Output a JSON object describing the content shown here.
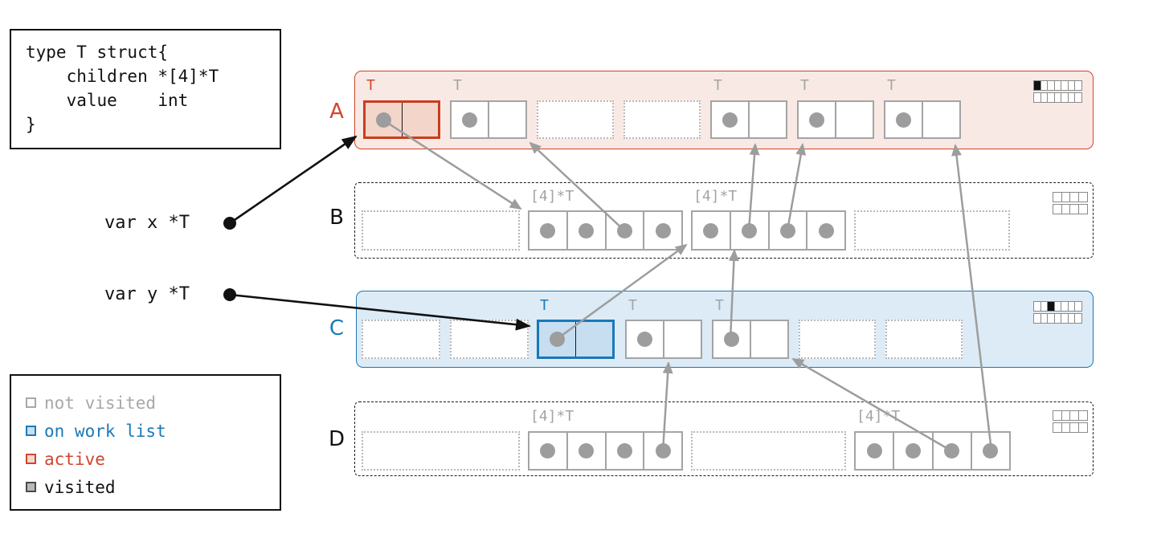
{
  "code_box": {
    "text": "type T struct{\n    children *[4]*T\n    value    int\n}"
  },
  "variables": [
    {
      "name": "var-x",
      "label": "var x *T"
    },
    {
      "name": "var-y",
      "label": "var y *T"
    }
  ],
  "legend": {
    "items": [
      {
        "label": "not visited",
        "color": "#a8a8a8",
        "swatch_border": "#a8a8a8",
        "swatch_fill": "#ffffff"
      },
      {
        "label": "on work list",
        "color": "#1b7ab8",
        "swatch_border": "#1b7ab8",
        "swatch_fill": "#c9dff0"
      },
      {
        "label": "active",
        "color": "#d2452a",
        "swatch_border": "#d2452a",
        "swatch_fill": "#f5d8ce"
      },
      {
        "label": "visited",
        "color": "#111111",
        "swatch_border": "#4a4a4a",
        "swatch_fill": "#b9b9b9"
      }
    ]
  },
  "spans": {
    "a": {
      "label": "A",
      "accent": "#d2452a",
      "fill": "#f9e9e4",
      "objects": [
        {
          "type_label": "T",
          "state": "active"
        },
        {
          "type_label": "T",
          "state": "not visited"
        },
        {
          "state": "free"
        },
        {
          "state": "free"
        },
        {
          "type_label": "T",
          "state": "not visited"
        },
        {
          "type_label": "T",
          "state": "not visited"
        },
        {
          "type_label": "T",
          "state": "not visited"
        }
      ],
      "bitmap": {
        "rows": 2,
        "cols": 7,
        "filled_cells": [
          {
            "row": 0,
            "col": 0
          }
        ]
      }
    },
    "b": {
      "label": "B",
      "objects": [
        {
          "state": "free"
        },
        {
          "type_label": "[4]*T",
          "state": "not visited",
          "cells": 4
        },
        {
          "type_label": "[4]*T",
          "state": "not visited",
          "cells": 4
        },
        {
          "state": "free"
        }
      ],
      "bitmap": {
        "rows": 2,
        "cols": 4,
        "filled_cells": []
      }
    },
    "c": {
      "label": "C",
      "accent": "#1b7ab8",
      "fill": "#dcebf6",
      "objects": [
        {
          "state": "free"
        },
        {
          "state": "free"
        },
        {
          "type_label": "T",
          "state": "on work list"
        },
        {
          "type_label": "T",
          "state": "not visited"
        },
        {
          "type_label": "T",
          "state": "not visited"
        },
        {
          "state": "free"
        },
        {
          "state": "free"
        }
      ],
      "bitmap": {
        "rows": 2,
        "cols": 7,
        "filled_cells": [
          {
            "row": 0,
            "col": 2
          }
        ]
      }
    },
    "d": {
      "label": "D",
      "objects": [
        {
          "state": "free"
        },
        {
          "type_label": "[4]*T",
          "state": "not visited",
          "cells": 4
        },
        {
          "state": "free"
        },
        {
          "type_label": "[4]*T",
          "state": "not visited",
          "cells": 4
        }
      ],
      "bitmap": {
        "rows": 2,
        "cols": 4,
        "filled_cells": []
      }
    }
  },
  "pointers": [
    {
      "from": "var x",
      "to": "A.object1",
      "color": "black"
    },
    {
      "from": "var y",
      "to": "C.object3",
      "color": "black"
    },
    {
      "from": "A.object1.children",
      "to": "B.array1",
      "color": "gray"
    },
    {
      "from": "B.array1.cell3",
      "to": "A.object2",
      "color": "gray"
    },
    {
      "from": "B.array2.cell2",
      "to": "A.object5",
      "color": "gray"
    },
    {
      "from": "B.array2.cell3",
      "to": "A.object6",
      "color": "gray"
    },
    {
      "from": "C.object3.children",
      "to": "B.array2",
      "color": "gray"
    },
    {
      "from": "C.object5.children",
      "to": "B.array2",
      "color": "gray"
    },
    {
      "from": "D.array1.cell4",
      "to": "C.object4",
      "color": "gray"
    },
    {
      "from": "D.array2.cell3",
      "to": "C.object5",
      "color": "gray"
    },
    {
      "from": "D.array2.cell4",
      "to": "A.object7",
      "color": "gray"
    }
  ]
}
